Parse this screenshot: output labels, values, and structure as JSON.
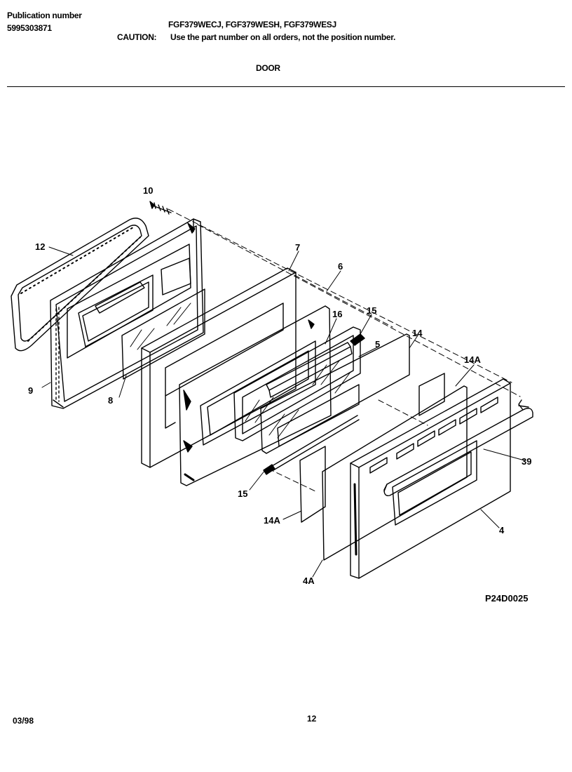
{
  "header": {
    "publication_label": "Publication number",
    "publication_number": "5995303871",
    "models": "FGF379WECJ, FGF379WESH, FGF379WESJ",
    "caution_label": "CAUTION:",
    "caution_text": "Use the part number on all orders, not the position number.",
    "section_title": "DOOR"
  },
  "diagram": {
    "callouts": [
      "10",
      "12",
      "7",
      "6",
      "16",
      "15",
      "14",
      "5",
      "14A",
      "9",
      "8",
      "39",
      "15",
      "14A",
      "4",
      "4A"
    ],
    "reference_code": "P24D0025"
  },
  "footer": {
    "date": "03/98",
    "page_number": "12"
  }
}
